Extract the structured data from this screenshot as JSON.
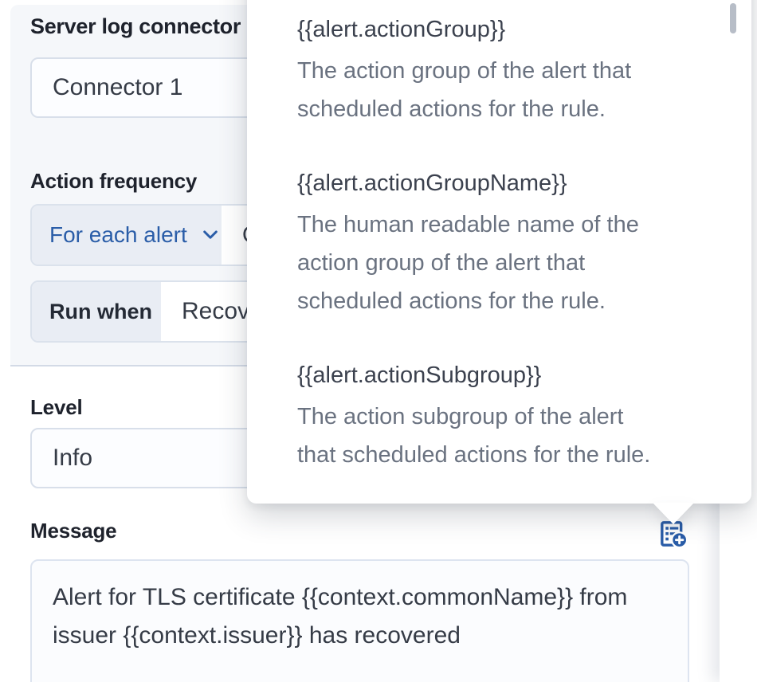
{
  "panel": {
    "title": "Server log connector",
    "connector_field": {
      "value": "Connector 1"
    },
    "action_frequency": {
      "label": "Action frequency",
      "notify_value": "For each alert",
      "interval_value": "On check intervals",
      "run_when_label": "Run when",
      "run_when_value": "Recovered"
    },
    "level_field": {
      "label": "Level",
      "value": "Info"
    },
    "message_field": {
      "label": "Message",
      "value": "Alert for TLS certificate {{context.commonName}} from issuer {{context.issuer}} has recovered"
    }
  },
  "popover": {
    "variables": [
      {
        "name": "{{alert.actionGroup}}",
        "description": "The action group of the alert that scheduled actions for the rule."
      },
      {
        "name": "{{alert.actionGroupName}}",
        "description": "The human readable name of the action group of the alert that scheduled actions for the rule."
      },
      {
        "name": "{{alert.actionSubgroup}}",
        "description": "The action subgroup of the alert that scheduled actions for the rule."
      }
    ]
  },
  "icons": {
    "action_frequency_caret": "chevron-down-icon",
    "add_variable": "list-add-icon"
  },
  "colors": {
    "accent_blue": "#2a5da8",
    "panel_bg": "#f5f7fa",
    "segment_bg": "#e9edf4",
    "divider": "#d3dae6",
    "input_border": "#d8dfea",
    "text_primary": "#353b46",
    "text_secondary": "#6a7280",
    "label_text": "#1e222c"
  }
}
